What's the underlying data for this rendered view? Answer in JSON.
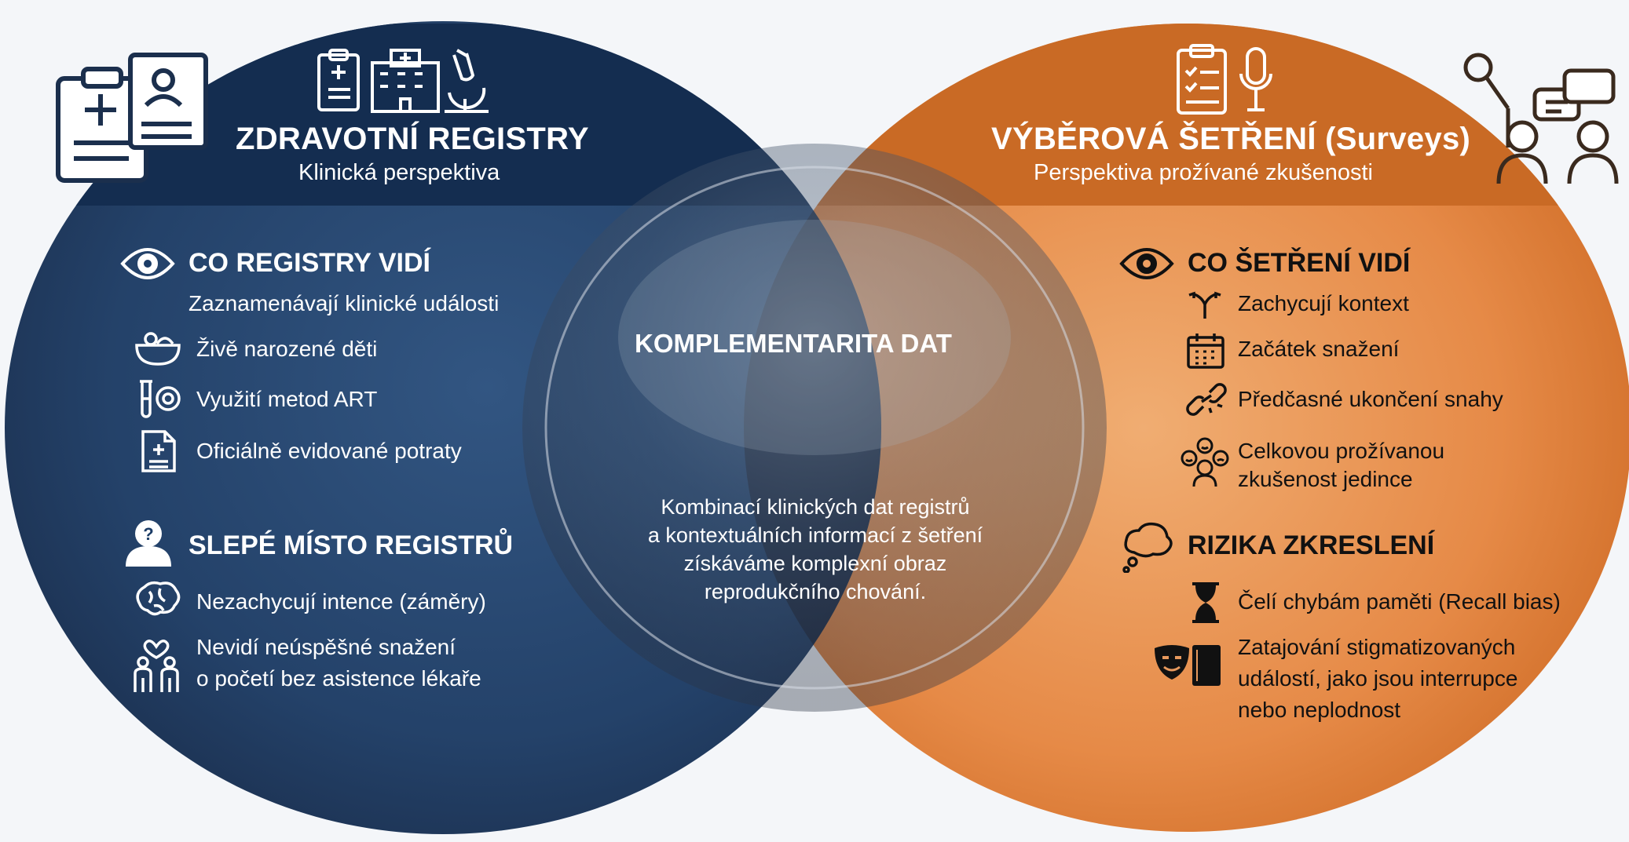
{
  "left": {
    "title": "ZDRAVOTNÍ REGISTRY",
    "subtitle": "Klinická perspektiva",
    "sees": {
      "heading": "CO REGISTRY VIDÍ",
      "intro": "Zaznamenávají klinické události",
      "items": [
        {
          "label": "Živě narozené děti",
          "icon": "baby-cradle-icon"
        },
        {
          "label": "Využití metod ART",
          "icon": "test-tube-icon"
        },
        {
          "label": "Oficiálně evidované potraty",
          "icon": "medical-document-icon"
        }
      ]
    },
    "blind": {
      "heading": "SLEPÉ MÍSTO REGISTRŮ",
      "items": [
        {
          "lines": [
            "Nezachycují intence (záměry)"
          ],
          "icon": "brain-icon"
        },
        {
          "lines": [
            "Nevidí neúspěšné snažení",
            "o početí bez asistence lékaře"
          ],
          "icon": "couple-heart-icon"
        }
      ]
    },
    "color": "#1b3c66"
  },
  "center": {
    "title": "KOMPLEMENTARITA DAT",
    "lines": [
      "Kombinací klinických dat registrů",
      "a kontextuálních informací z šetření",
      "získáváme komplexní obraz",
      "reprodukčního chování."
    ]
  },
  "right": {
    "title": "VÝBĚROVÁ ŠETŘENÍ (Surveys)",
    "subtitle": "Perspektiva prožívané zkušenosti",
    "sees": {
      "heading": "CO ŠETŘENÍ VIDÍ",
      "items": [
        {
          "lines": [
            "Zachycují kontext"
          ],
          "icon": "branch-icon"
        },
        {
          "lines": [
            "Začátek snažení"
          ],
          "icon": "calendar-icon"
        },
        {
          "lines": [
            "Předčasné ukončení snahy"
          ],
          "icon": "broken-link-icon"
        },
        {
          "lines": [
            "Celkovou prožívanou",
            "zkušenost jedince"
          ],
          "icon": "emotions-icon"
        }
      ]
    },
    "risks": {
      "heading": "RIZIKA ZKRESLENÍ",
      "items": [
        {
          "lines": [
            "Čelí chybám paměti (Recall bias)"
          ],
          "icon": "hourglass-icon"
        },
        {
          "lines": [
            "Zatajování stigmatizovaných",
            "událostí, jako jsou interrupce",
            "nebo neplodnost"
          ],
          "icon": "mask-book-icon"
        }
      ]
    },
    "color": "#e07e38"
  }
}
